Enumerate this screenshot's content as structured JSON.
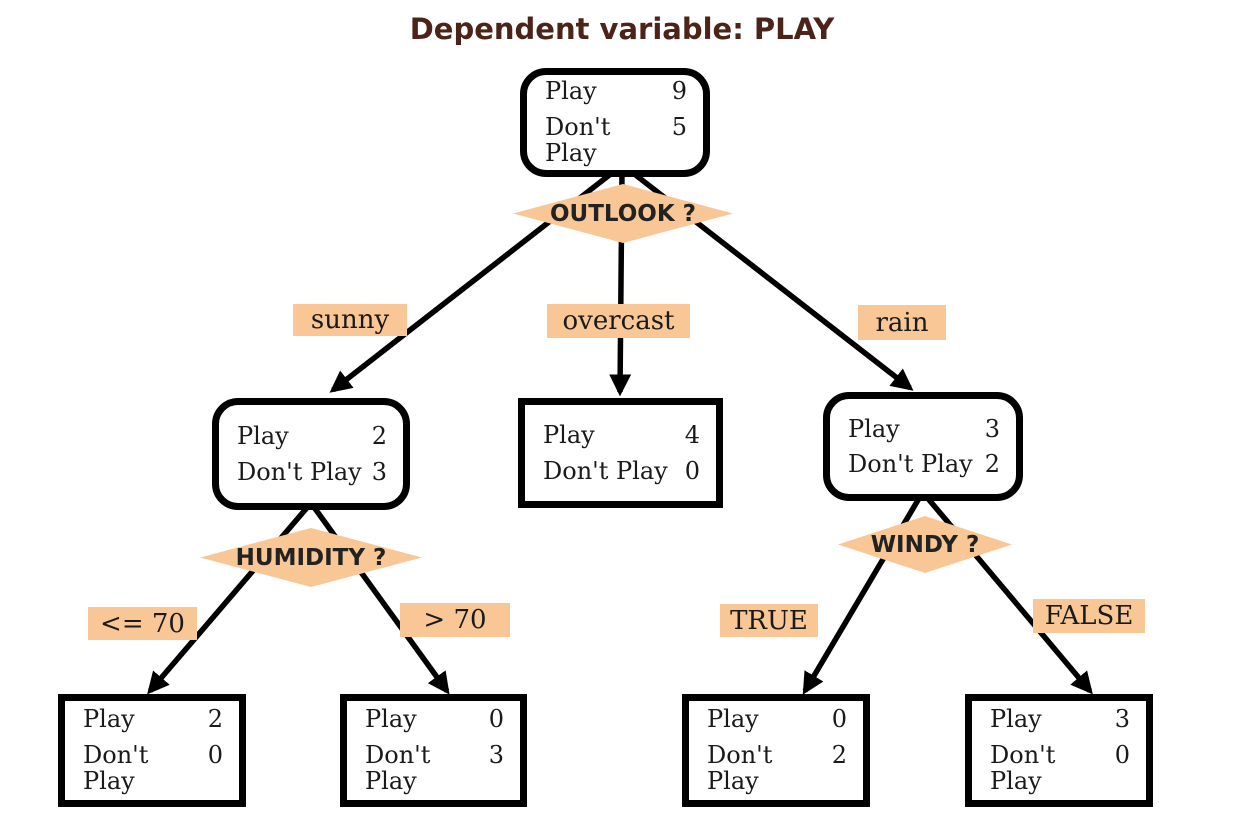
{
  "title": "Dependent variable: PLAY",
  "colors": {
    "accent_peach": "#f8c795",
    "title_brown": "#4c2318",
    "edge_black": "#000000",
    "background": "#ffffff"
  },
  "decisions": {
    "outlook": "OUTLOOK ?",
    "humidity": "HUMIDITY ?",
    "windy": "WINDY ?"
  },
  "branches": {
    "sunny": "sunny",
    "overcast": "overcast",
    "rain": "rain",
    "humidity_left": "<= 70",
    "humidity_right": "> 70",
    "windy_left": "TRUE",
    "windy_right": "FALSE"
  },
  "nodes": {
    "root": {
      "rows": [
        {
          "label": "Play",
          "value": "9"
        },
        {
          "label": "Don't Play",
          "value": "5"
        }
      ]
    },
    "sunny": {
      "rows": [
        {
          "label": "Play",
          "value": "2"
        },
        {
          "label": "Don't Play",
          "value": "3"
        }
      ]
    },
    "overcast": {
      "rows": [
        {
          "label": "Play",
          "value": "4"
        },
        {
          "label": "Don't Play",
          "value": "0"
        }
      ]
    },
    "rain": {
      "rows": [
        {
          "label": "Play",
          "value": "3"
        },
        {
          "label": "Don't Play",
          "value": "2"
        }
      ]
    },
    "humidity_le70": {
      "rows": [
        {
          "label": "Play",
          "value": "2"
        },
        {
          "label": "Don't Play",
          "value": "0"
        }
      ]
    },
    "humidity_gt70": {
      "rows": [
        {
          "label": "Play",
          "value": "0"
        },
        {
          "label": "Don't Play",
          "value": "3"
        }
      ]
    },
    "windy_true": {
      "rows": [
        {
          "label": "Play",
          "value": "0"
        },
        {
          "label": "Don't Play",
          "value": "2"
        }
      ]
    },
    "windy_false": {
      "rows": [
        {
          "label": "Play",
          "value": "3"
        },
        {
          "label": "Don't Play",
          "value": "0"
        }
      ]
    }
  }
}
